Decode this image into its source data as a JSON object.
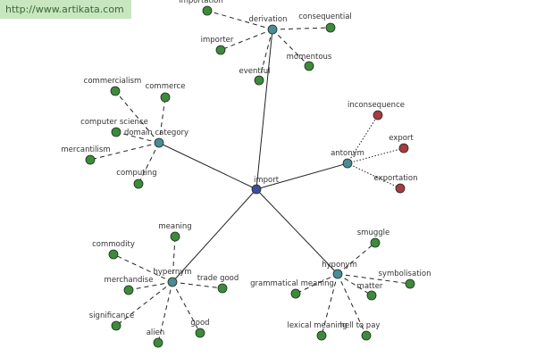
{
  "watermark": {
    "url": "http://www.artikata.com"
  },
  "colors": {
    "center": "#3e4d9c",
    "hub": "#4a8c96",
    "leaf": "#3e8a3c",
    "antonym_leaf": "#a83a42",
    "edge": "#222222",
    "node_stroke": "#1c2e1c"
  },
  "graph": {
    "center": {
      "id": "import",
      "label": "import"
    },
    "hubs": [
      {
        "id": "derivation",
        "label": "derivation",
        "leaf_style": "leaf",
        "link": "dashed",
        "leaves": [
          {
            "id": "importation",
            "label": "importation"
          },
          {
            "id": "consequential",
            "label": "consequential"
          },
          {
            "id": "importer",
            "label": "importer"
          },
          {
            "id": "momentous",
            "label": "momentous"
          },
          {
            "id": "eventful",
            "label": "eventful"
          }
        ]
      },
      {
        "id": "domain-category",
        "label": "domain category",
        "leaf_style": "leaf",
        "link": "dashed",
        "leaves": [
          {
            "id": "commercialism",
            "label": "commercialism"
          },
          {
            "id": "commerce",
            "label": "commerce"
          },
          {
            "id": "computer-science",
            "label": "computer science"
          },
          {
            "id": "mercantilism",
            "label": "mercantilism"
          },
          {
            "id": "computing",
            "label": "computing"
          }
        ]
      },
      {
        "id": "antonym",
        "label": "antonym",
        "leaf_style": "antonym_leaf",
        "link": "dotted",
        "leaves": [
          {
            "id": "inconsequence",
            "label": "inconsequence"
          },
          {
            "id": "export",
            "label": "export"
          },
          {
            "id": "exportation",
            "label": "exportation"
          }
        ]
      },
      {
        "id": "hypernym",
        "label": "hypernym",
        "leaf_style": "leaf",
        "link": "dashed",
        "leaves": [
          {
            "id": "meaning",
            "label": "meaning"
          },
          {
            "id": "commodity",
            "label": "commodity"
          },
          {
            "id": "merchandise",
            "label": "merchandise"
          },
          {
            "id": "trade-good",
            "label": "trade good"
          },
          {
            "id": "significance",
            "label": "significance"
          },
          {
            "id": "alien",
            "label": "alien"
          },
          {
            "id": "good",
            "label": "good"
          }
        ]
      },
      {
        "id": "hyponym",
        "label": "hyponym",
        "leaf_style": "leaf",
        "link": "dashed",
        "leaves": [
          {
            "id": "smuggle",
            "label": "smuggle"
          },
          {
            "id": "grammatical-meaning",
            "label": "grammatical meaning"
          },
          {
            "id": "symbolisation",
            "label": "symbolisation"
          },
          {
            "id": "matter",
            "label": "matter"
          },
          {
            "id": "lexical-meaning",
            "label": "lexical meaning"
          },
          {
            "id": "hell-to-pay",
            "label": "hell to pay"
          }
        ]
      }
    ]
  }
}
